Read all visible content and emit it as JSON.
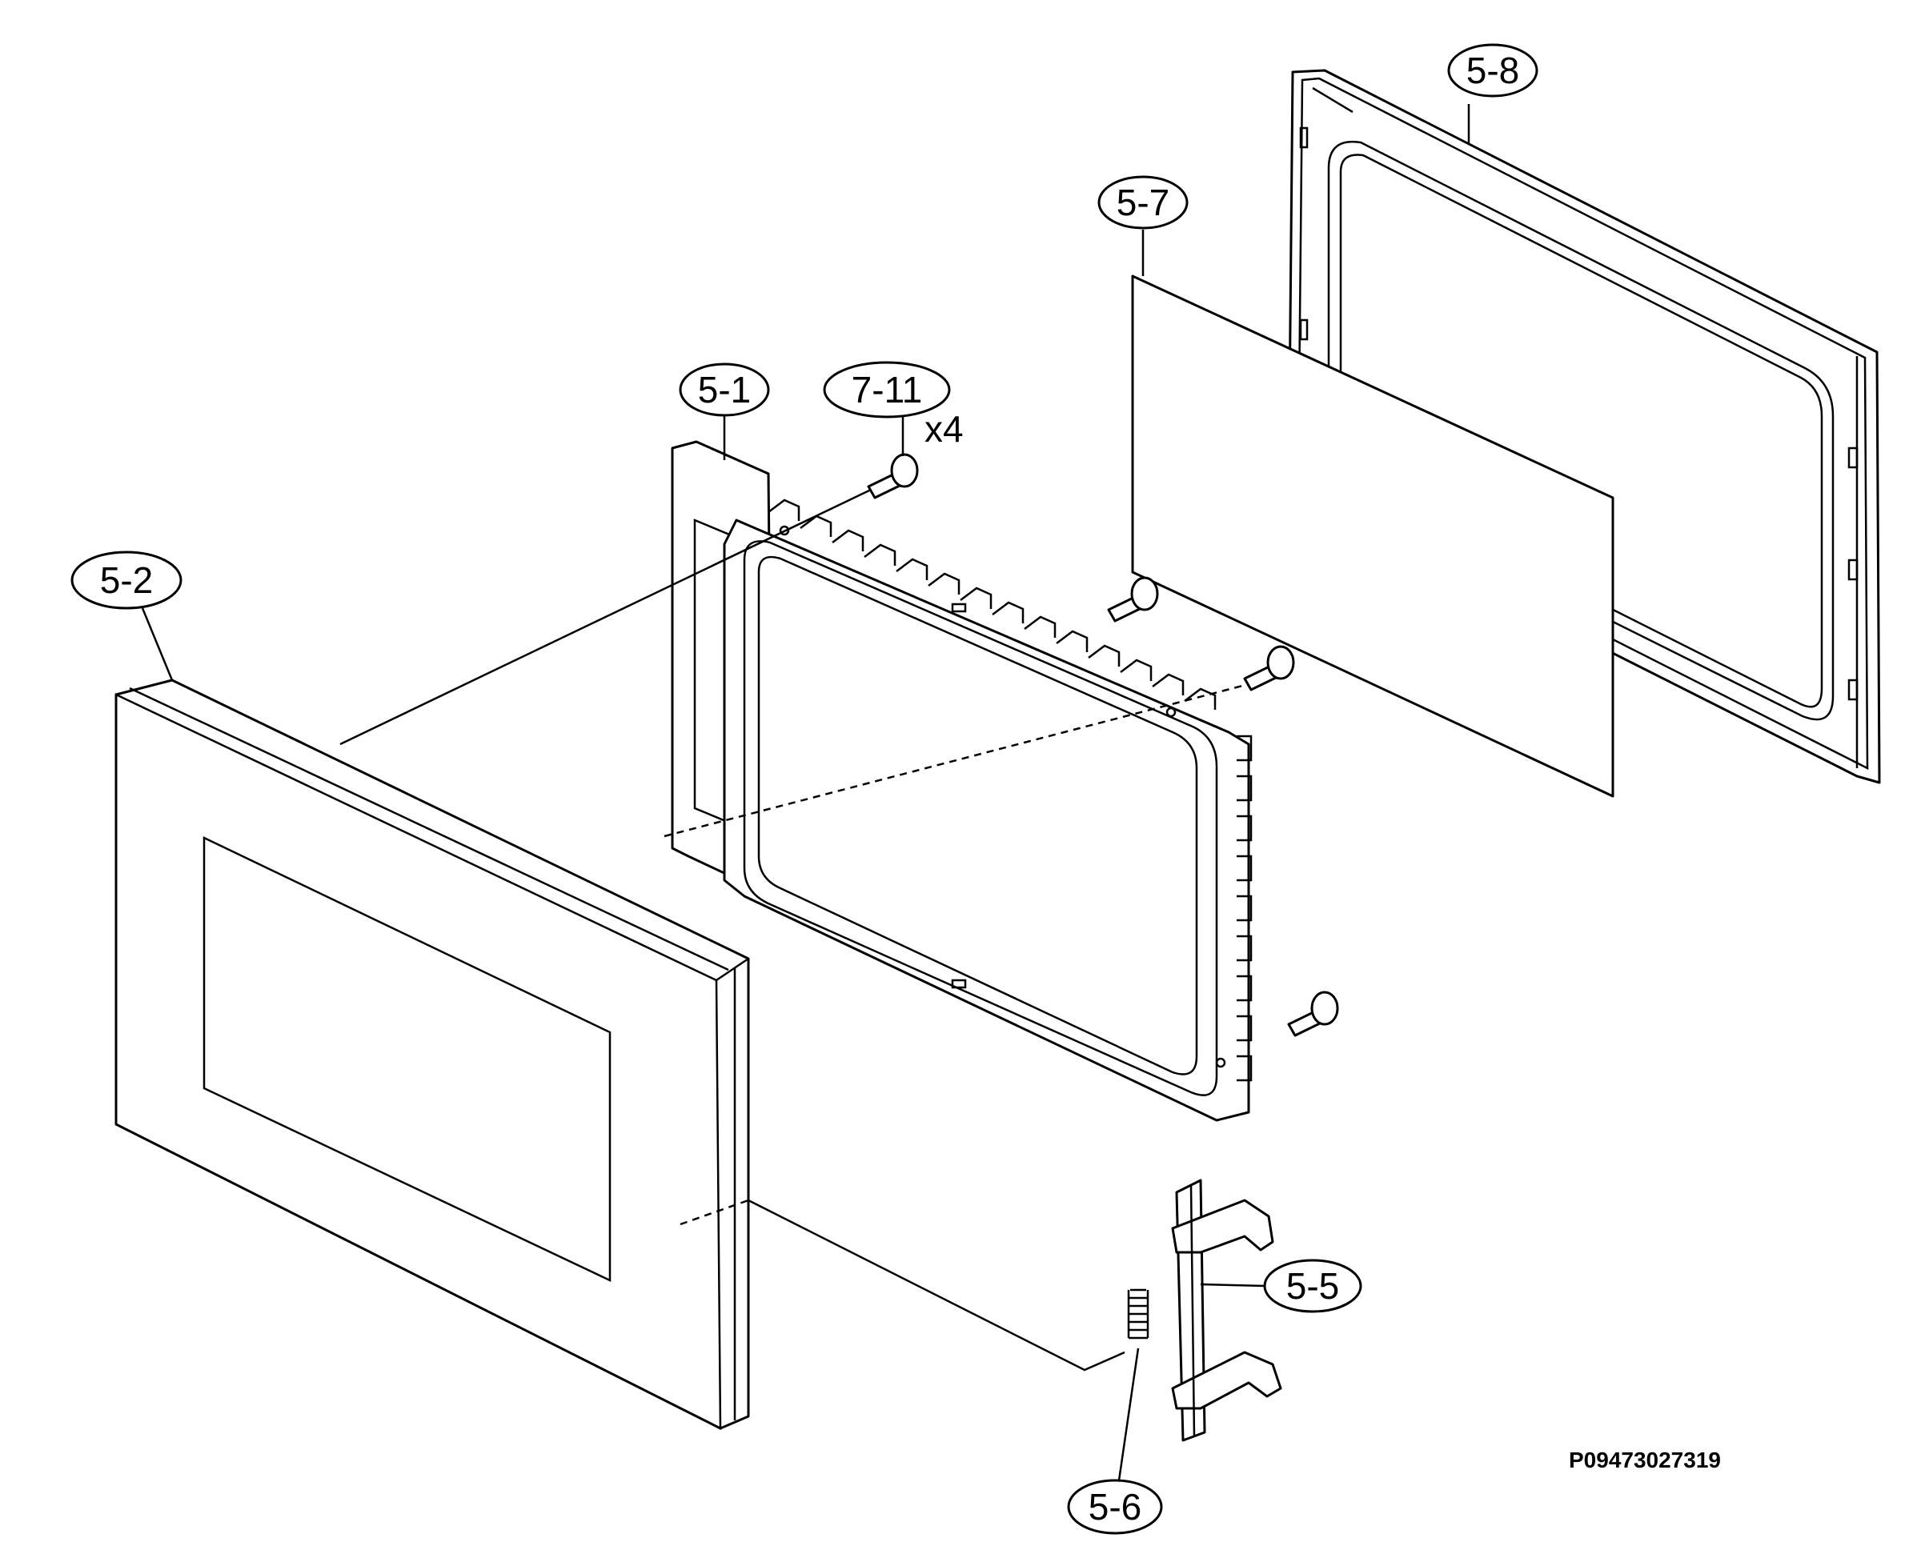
{
  "callouts": {
    "door_frame": "5-1",
    "door_panel": "5-2",
    "latch_hook": "5-5",
    "latch_spring": "5-6",
    "window_film": "5-7",
    "choke_cover": "5-8",
    "screw": "7-11"
  },
  "screw_quantity": "x4",
  "drawing_code": "P09473027319"
}
